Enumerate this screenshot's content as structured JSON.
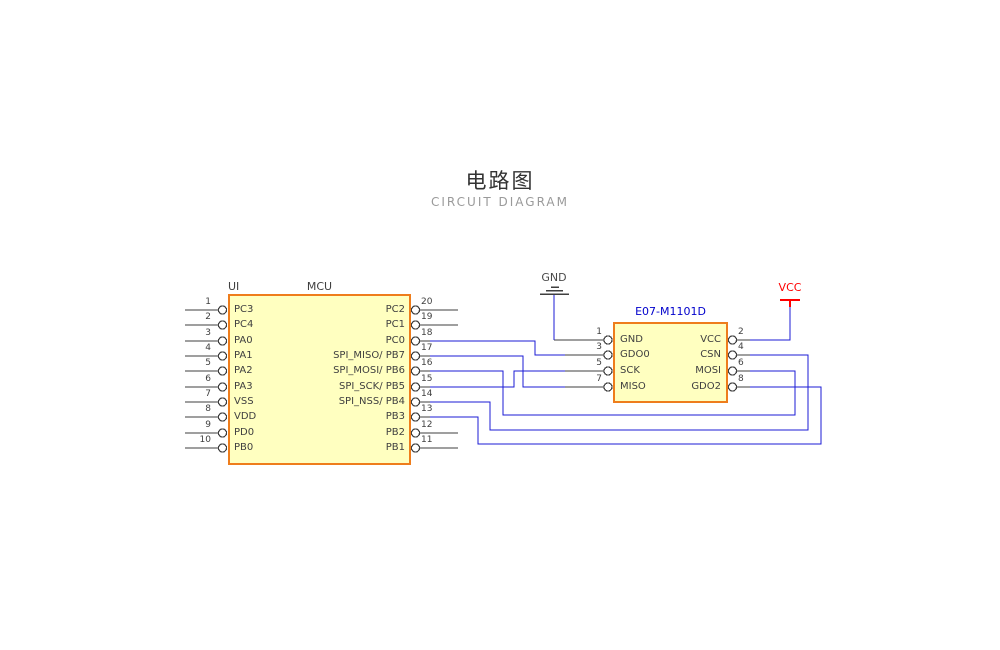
{
  "header": {
    "title_zh": "电路图",
    "title_en": "CIRCUIT DIAGRAM"
  },
  "mcu": {
    "designator": "UI",
    "name": "MCU",
    "left_pins": [
      {
        "num": "1",
        "name": "PC3"
      },
      {
        "num": "2",
        "name": "PC4"
      },
      {
        "num": "3",
        "name": "PA0"
      },
      {
        "num": "4",
        "name": "PA1"
      },
      {
        "num": "5",
        "name": "PA2"
      },
      {
        "num": "6",
        "name": "PA3"
      },
      {
        "num": "7",
        "name": "VSS"
      },
      {
        "num": "8",
        "name": "VDD"
      },
      {
        "num": "9",
        "name": "PD0"
      },
      {
        "num": "10",
        "name": "PB0"
      }
    ],
    "right_pins": [
      {
        "num": "20",
        "name": "PC2"
      },
      {
        "num": "19",
        "name": "PC1"
      },
      {
        "num": "18",
        "name": "PC0"
      },
      {
        "num": "17",
        "name": "SPI_MISO/ PB7"
      },
      {
        "num": "16",
        "name": "SPI_MOSI/ PB6"
      },
      {
        "num": "15",
        "name": "SPI_SCK/ PB5"
      },
      {
        "num": "14",
        "name": "SPI_NSS/ PB4"
      },
      {
        "num": "13",
        "name": "PB3"
      },
      {
        "num": "12",
        "name": "PB2"
      },
      {
        "num": "11",
        "name": "PB1"
      }
    ]
  },
  "module": {
    "name": "E07-M1101D",
    "left_pins": [
      {
        "num": "1",
        "name": "GND"
      },
      {
        "num": "3",
        "name": "GDO0"
      },
      {
        "num": "5",
        "name": "SCK"
      },
      {
        "num": "7",
        "name": "MISO"
      }
    ],
    "right_pins": [
      {
        "num": "2",
        "name": "VCC"
      },
      {
        "num": "4",
        "name": "CSN"
      },
      {
        "num": "6",
        "name": "MOSI"
      },
      {
        "num": "8",
        "name": "GDO2"
      }
    ]
  },
  "power": {
    "gnd_label": "GND",
    "vcc_label": "VCC"
  },
  "colors": {
    "wire_blue": "#1b1bd6",
    "stub_black": "#3f3f3f",
    "block_fill": "#ffffc0",
    "block_border": "#ee7d1c",
    "module_title": "#0000cc",
    "vcc_red": "#ff0000"
  }
}
